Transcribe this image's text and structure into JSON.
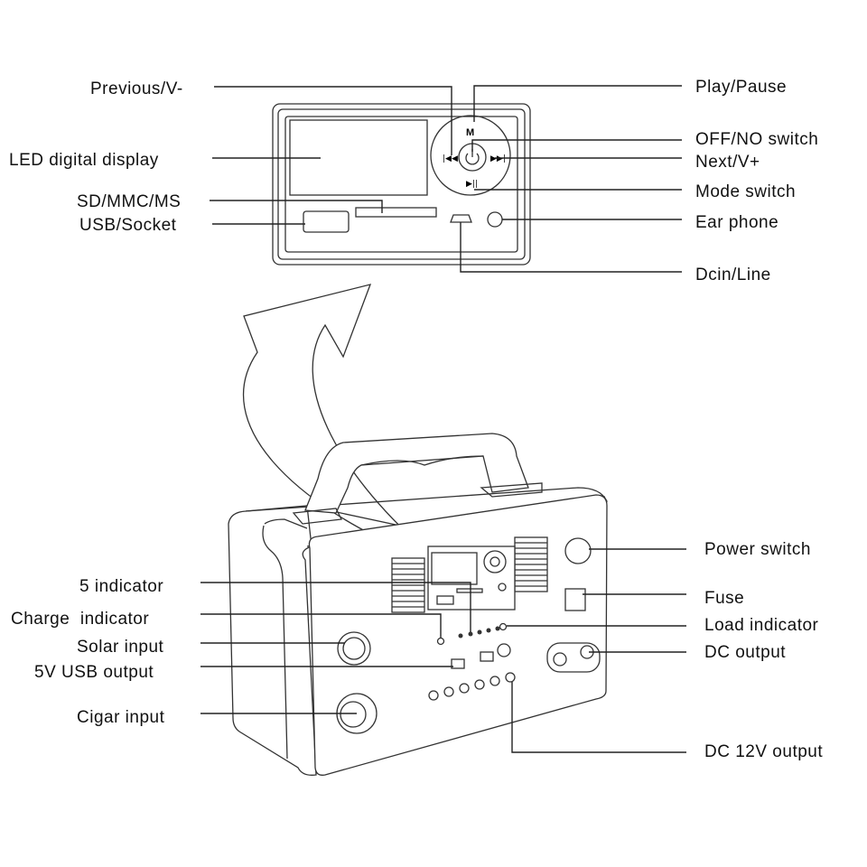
{
  "title": "Portable solar power station panel diagram",
  "panel_labels": {
    "previous": "Previous/V-",
    "led_display": "LED digital display",
    "sd_slot": "SD/MMC/MS",
    "usb_socket": "USB/Socket",
    "play_pause": "Play/Pause",
    "off_on_switch": "OFF/NO switch",
    "next": "Next/V+",
    "mode_switch": "Mode switch",
    "ear_phone": "Ear phone",
    "dcin_line": "Dcin/Line"
  },
  "device_labels": {
    "five_indicator": "5 indicator",
    "charge_indicator": "Charge  indicator",
    "solar_input": "Solar input",
    "usb_output": "5V USB output",
    "cigar_input": "Cigar input",
    "power_switch": "Power switch",
    "fuse": "Fuse",
    "load_indicator": "Load indicator",
    "dc_output": "DC output",
    "dc12v_output": "DC 12V output"
  },
  "panel_icons": {
    "mode": "M"
  }
}
